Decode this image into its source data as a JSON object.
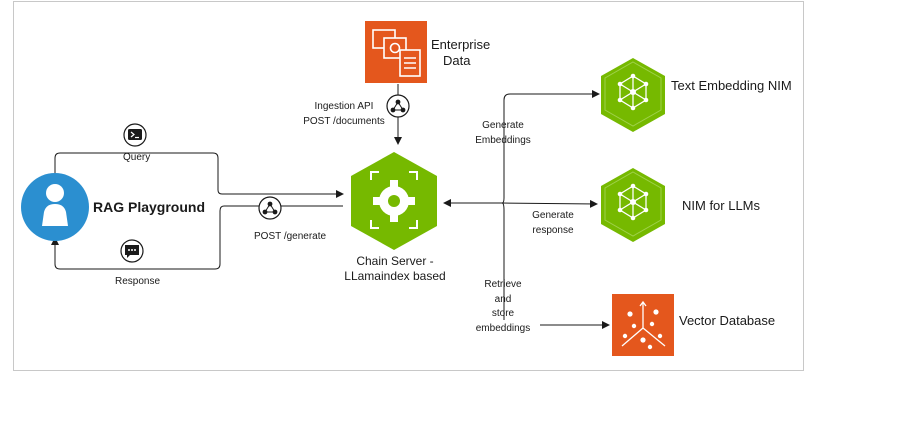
{
  "labels": {
    "enterprise_data": [
      "Enterprise",
      "Data"
    ],
    "ingestion": [
      "Ingestion API",
      "POST /documents"
    ],
    "generate_embeddings": [
      "Generate",
      "Embeddings"
    ],
    "text_embedding_nim": "Text Embedding NIM",
    "query": "Query",
    "rag_playground": "RAG Playground",
    "post_generate": "POST /generate",
    "response": "Response",
    "chain_server": [
      "Chain Server -",
      "LLamaindex based"
    ],
    "nim_for_llms": "NIM for LLMs",
    "generate_response": [
      "Generate",
      "response"
    ],
    "retrieve_store": [
      "Retrieve",
      "and",
      "store",
      "embeddings"
    ],
    "vector_database": "Vector Database"
  },
  "colors": {
    "nvidia_green": "#76b900",
    "orange": "#e4571d",
    "blue": "#2b8fd0",
    "line": "#1a1a1a"
  },
  "icons": [
    "enterprise-data-icon",
    "chain-server-gear-icon",
    "text-embedding-nim-icon",
    "nim-for-llms-icon",
    "vector-database-icon",
    "user-avatar-icon",
    "terminal-icon",
    "chat-icon",
    "api-icon"
  ]
}
